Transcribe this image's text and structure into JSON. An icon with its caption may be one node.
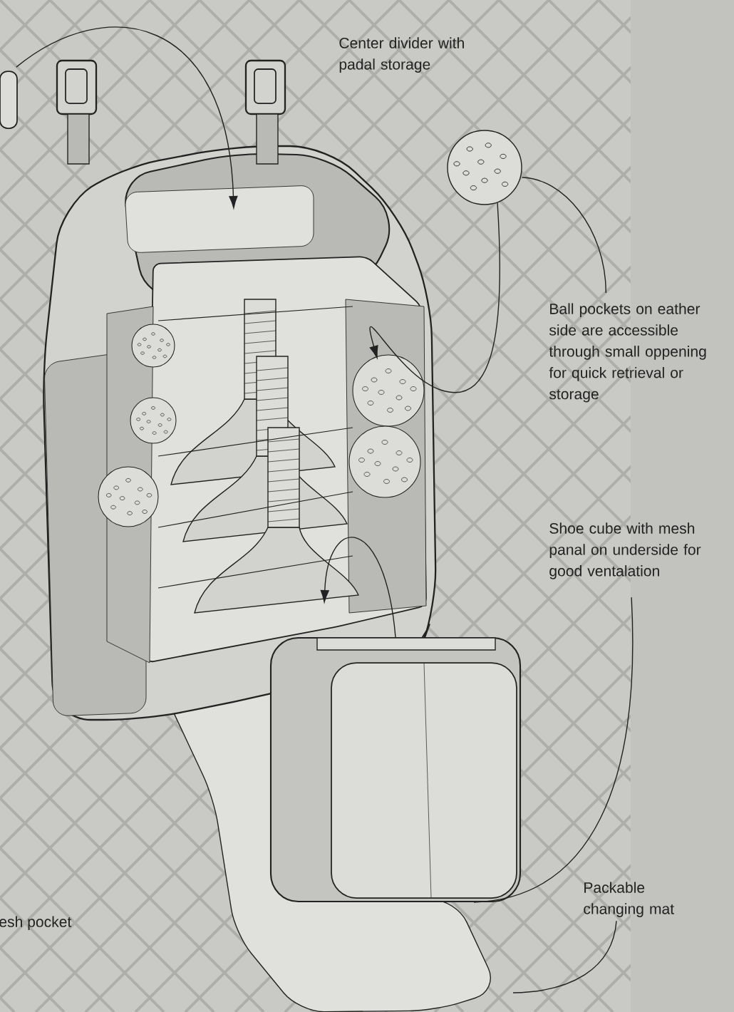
{
  "diagram": {
    "nodes": [
      {
        "text": [],
        "shape": "box"
      },
      {
        "text": [
          "Center divider with padal storage"
        ]
      },
      {
        "text": [],
        "shape": "circle"
      },
      {
        "text": [
          "Ball pockets on eather side are accessible through small oppening for quick retrieval or storage"
        ]
      },
      {
        "text": [
          "Shoe cube with mesh panal on underside for good ventalation"
        ]
      },
      {
        "text": [],
        "shape": "box"
      },
      {
        "text": [
          "Packable changing mat"
        ]
      }
    ],
    "edges": [
      {
        "from": 0,
        "to": null,
        "arrow": "to"
      },
      {
        "from": 3,
        "to": 2,
        "arrow": "none"
      },
      {
        "from": 2,
        "to": null,
        "arrow": "to"
      },
      {
        "from": 4,
        "to": 5,
        "arrow": "none"
      },
      {
        "from": 5,
        "to": null,
        "arrow": "to"
      },
      {
        "from": 6,
        "to": null,
        "arrow": "none"
      }
    ],
    "labels": [
      "esh pocket"
    ]
  }
}
